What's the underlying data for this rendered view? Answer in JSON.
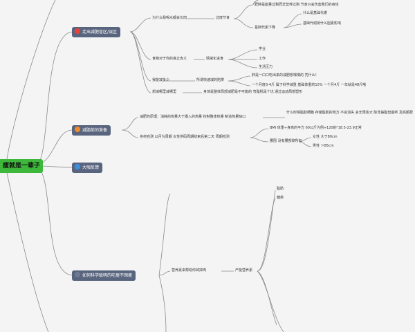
{
  "root": {
    "label": "瘦就是一辈子"
  },
  "branches": [
    {
      "label": "走出减肥盲区/误区",
      "badge": "1"
    },
    {
      "label": "减脂前的准备",
      "badge": "2"
    },
    {
      "label": "大咖反馈",
      "badge": "3"
    },
    {
      "label": "如何科学聪明的吃瘦不囤瘦",
      "badge": ""
    }
  ],
  "b1": {
    "c1": "为什么我喝水都会长肉",
    "c1_1": "过度节食",
    "c1_1_1": "肥胖是能量过剩而非营养过剩 节食只会伤害我们的身体",
    "c1_1_2": "基础代谢下降",
    "c1_1_2_1": "什么是基础代谢",
    "c1_1_2_2": "基础代谢受什么因素影响",
    "c2": "食物对于你的真正含义",
    "c2_1": "情绪化进食",
    "c2_1_1": "学业",
    "c2_1_2": "工作",
    "c2_1_3": "生活压力",
    "c3": "我能减多少",
    "c3_1": "所谓快速减的陷阱",
    "c3_1_1": "胖是一口口吃出来的减肥想嘿嘿的 凭什么！",
    "c3_1_2": "一个月度3-4斤 属于科学减重 基础体重的10% 一个月4斤 一年就是48斤哦",
    "c4": "想减哪里减哪里",
    "c4_1": "身体是整体局部减肥是不可能的 弯脂机是个坑 通过运动局部塑形"
  },
  "b2": {
    "c1": "减肥的原理：消耗的热量大于摄入的热量 控制整体热量 制造热量缺口",
    "c1_1": "什么时候脂肪细胞 存储脂肪的地方 不会消失 会无限变大 除非抽脂但最终 及高额费",
    "c2": "身材自测 以月为周期 女性辨码周期结束后第二天 周期检测",
    "c2_1": "BMI 体重÷身高的平方 60公斤为例÷120的²18.5-23.9正常",
    "c2_2": "腰围 没有腰部掉所有",
    "c2_2_1": "女性 大于80cm",
    "c2_2_2": "男性 ＞85cm"
  },
  "b4": {
    "c0_1": "脂肪",
    "c0_2": "糖类",
    "c1": "营养素来帮助你掉掉肉",
    "c1_1": "产能营养素"
  }
}
